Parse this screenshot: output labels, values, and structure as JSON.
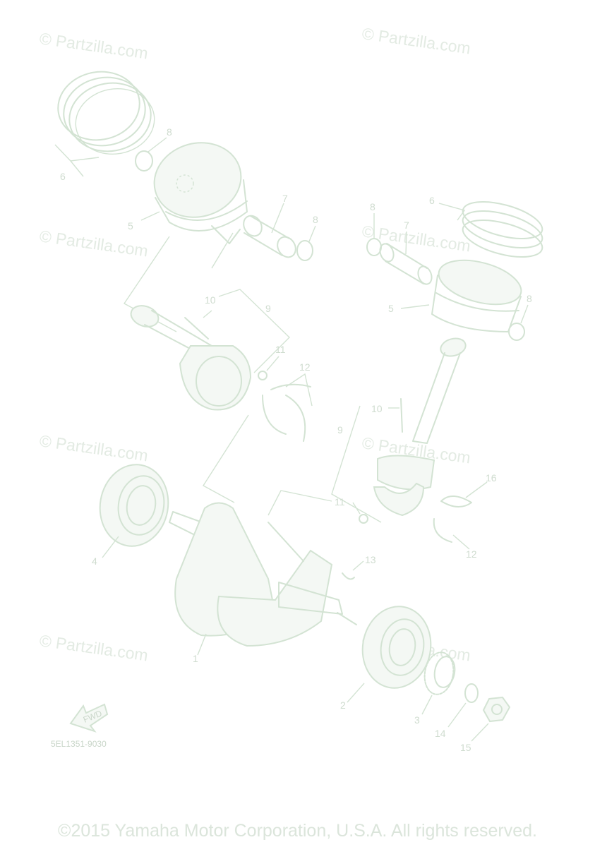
{
  "watermark": "© Partzilla.com",
  "diagram_code": "5EL1351-9030",
  "fwd_label": "FWD",
  "copyright": "©2015 Yamaha Motor Corporation, U.S.A. All rights reserved.",
  "callouts": [
    "1",
    "2",
    "3",
    "4",
    "5",
    "5",
    "6",
    "6",
    "7",
    "7",
    "8",
    "8",
    "8",
    "8",
    "9",
    "9",
    "10",
    "10",
    "11",
    "11",
    "12",
    "12",
    "13",
    "14",
    "15",
    "16"
  ],
  "colors": {
    "line": "#d3e3d3",
    "text": "#cfdccf",
    "watermark": "#e3ebe3"
  }
}
